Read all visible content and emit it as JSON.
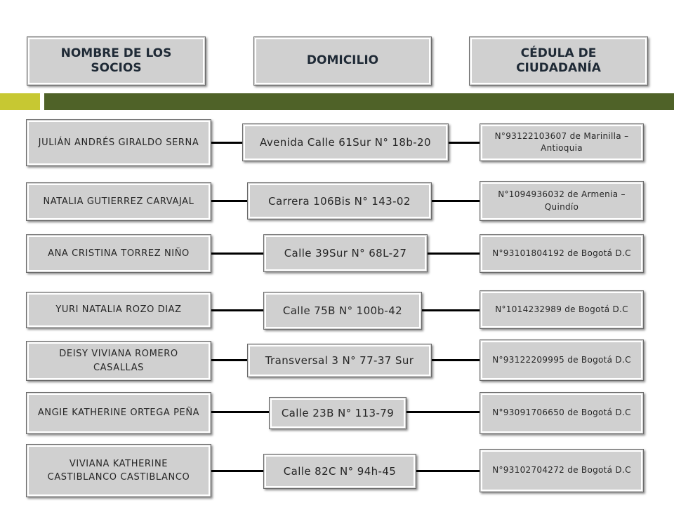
{
  "headers": {
    "nombre": "NOMBRE DE LOS SOCIOS",
    "domicilio": "DOMICILIO",
    "cedula": "CÉDULA DE CIUDADANÍA"
  },
  "rows": [
    {
      "nombre": "JULIÁN ANDRÉS GIRALDO SERNA",
      "domicilio": "Avenida Calle 61Sur N° 18b-20",
      "cedula": "N°93122103607 de Marinilla – Antioquia"
    },
    {
      "nombre": "NATALIA GUTIERREZ CARVAJAL",
      "domicilio": "Carrera 106Bis N° 143-02",
      "cedula": "N°1094936032 de Armenia – Quindío"
    },
    {
      "nombre": "ANA CRISTINA TORREZ NIÑO",
      "domicilio": "Calle 39Sur N° 68L-27",
      "cedula": "N°93101804192 de Bogotá D.C"
    },
    {
      "nombre": "YURI NATALIA ROZO DIAZ",
      "domicilio": "Calle 75B N° 100b-42",
      "cedula": "N°1014232989 de Bogotá D.C"
    },
    {
      "nombre": "DEISY VIVIANA ROMERO CASALLAS",
      "domicilio": "Transversal 3 N° 77-37 Sur",
      "cedula": "N°93122209995 de Bogotá D.C"
    },
    {
      "nombre": "ANGIE KATHERINE ORTEGA PEÑA",
      "domicilio": "Calle 23B N° 113-79",
      "cedula": "N°93091706650 de Bogotá D.C"
    },
    {
      "nombre": "VIVIANA KATHERINE CASTIBLANCO CASTIBLANCO",
      "domicilio": "Calle  82C N° 94h-45",
      "cedula": "N°93102704272 de Bogotá D.C"
    }
  ],
  "colors": {
    "box_fill": "#d0d0d0",
    "accent_yellow": "#c7c832",
    "accent_green": "#4f6228",
    "header_text": "#1f2a36"
  }
}
